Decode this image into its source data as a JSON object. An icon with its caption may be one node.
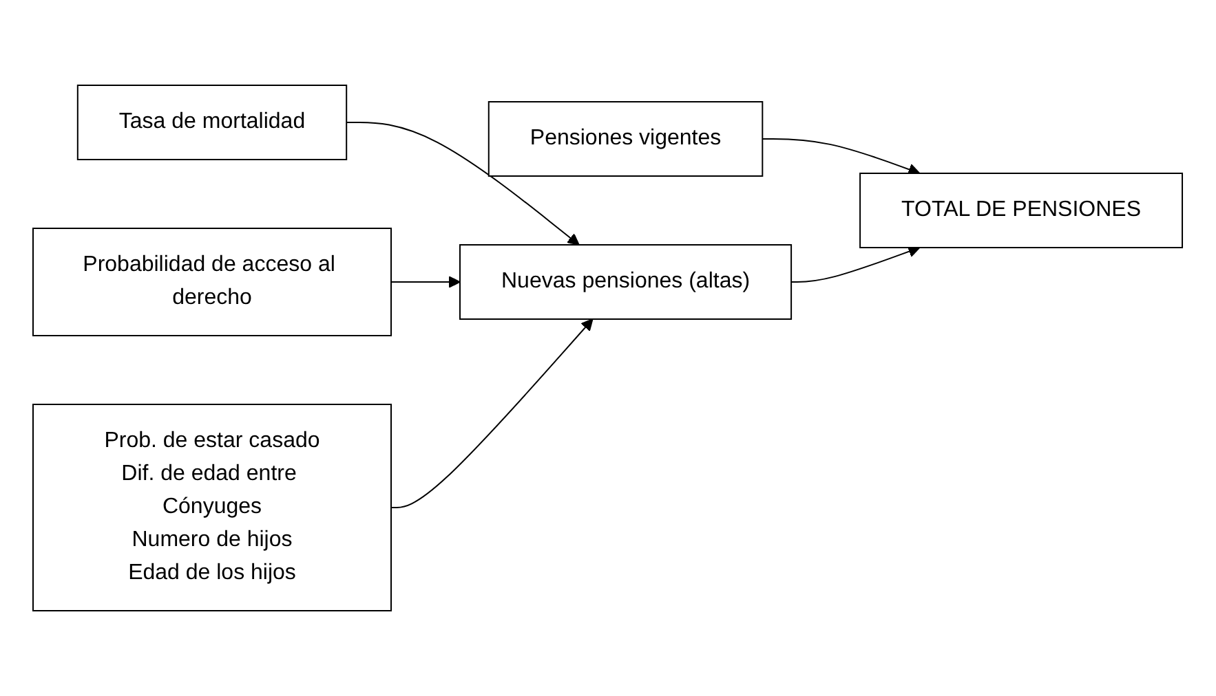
{
  "diagram": {
    "nodes": [
      {
        "text": [
          "Pensiones vigentes"
        ]
      },
      {
        "text": [
          "Tasa de mortalidad"
        ]
      },
      {
        "text": [
          "Probabilidad de acceso al derecho"
        ]
      },
      {
        "text": [
          "Prob. de estar casado",
          "Dif. de edad entre Cónyuges",
          "Numero de hijos",
          "Edad de los hijos"
        ]
      },
      {
        "text": [
          "Nuevas pensiones (altas)"
        ]
      },
      {
        "text": [
          "TOTAL DE PENSIONES"
        ]
      }
    ],
    "edges": [
      {
        "from": 0,
        "to": 5,
        "arrow": "to"
      },
      {
        "from": 1,
        "to": 4,
        "arrow": "to"
      },
      {
        "from": 2,
        "to": 4,
        "arrow": "to"
      },
      {
        "from": 3,
        "to": 4,
        "arrow": "to"
      },
      {
        "from": 4,
        "to": 5,
        "arrow": "to"
      }
    ]
  }
}
